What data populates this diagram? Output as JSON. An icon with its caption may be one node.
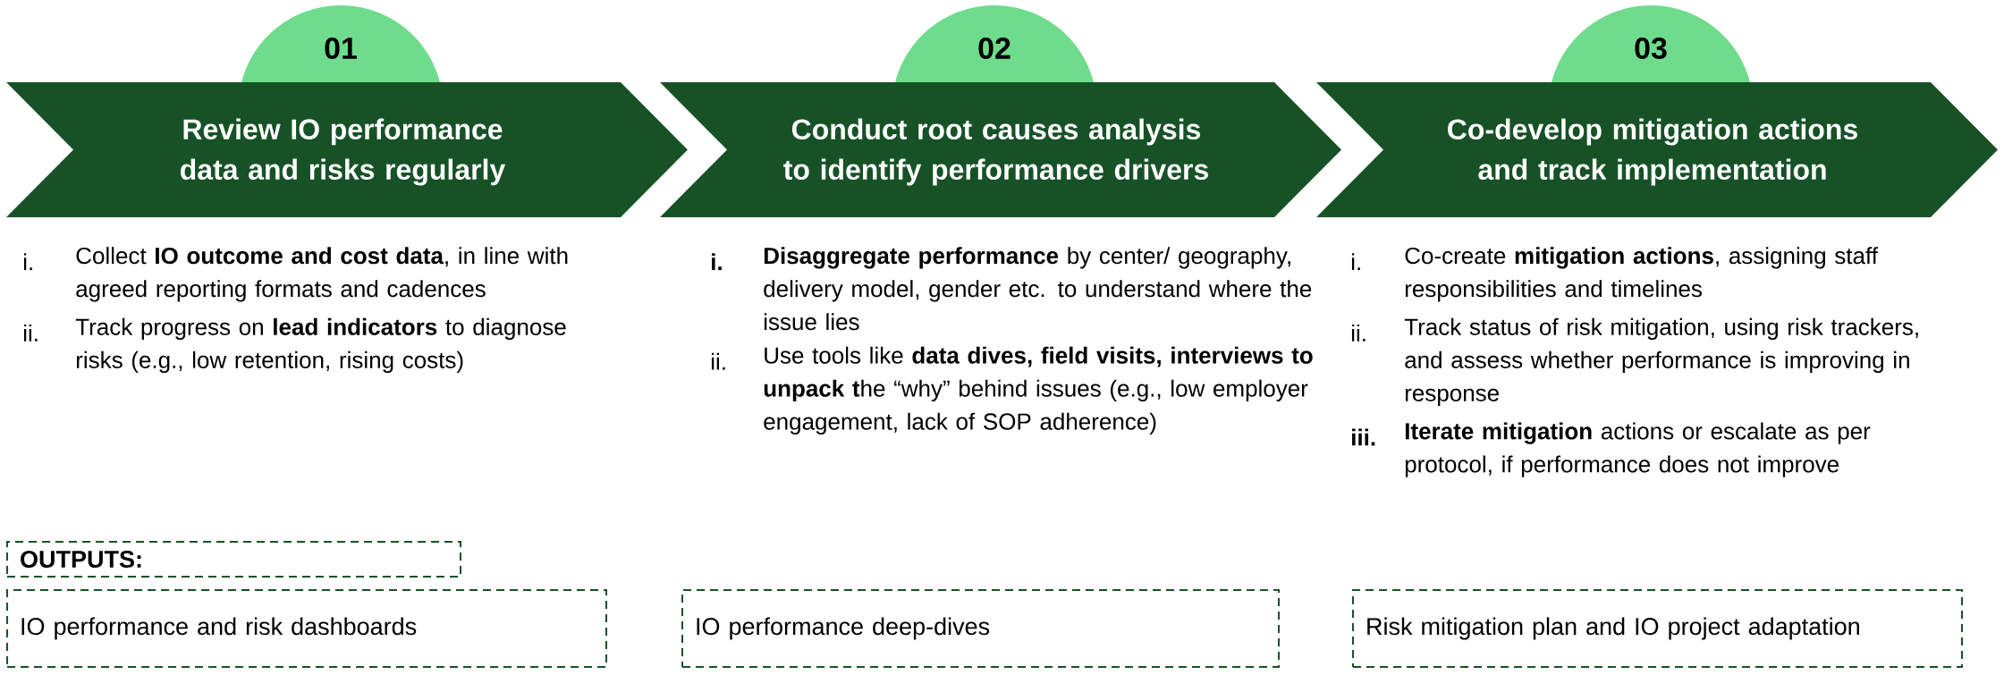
{
  "diagram": {
    "nodes": [
      {
        "text": [
          "01"
        ]
      },
      {
        "text": [
          "02"
        ]
      },
      {
        "text": [
          "03"
        ]
      },
      {
        "text": [
          "Review IO performance data and risks regularly"
        ]
      },
      {
        "text": [
          "Conduct root causes analysis to identify performance drivers"
        ]
      },
      {
        "text": [
          "Co-develop mitigation actions and track implementation"
        ]
      },
      {
        "text": [
          "OUTPUTS:"
        ]
      },
      {
        "text": [
          "IO performance and risk dashboards"
        ]
      },
      {
        "text": [
          "IO performance deep-dives"
        ]
      },
      {
        "text": [
          "Risk mitigation plan and IO project adaptation"
        ]
      }
    ],
    "labels": [
      "i.",
      "Collect **IO outcome and cost data**, in line with agreed reporting formats and cadences",
      "ii.",
      "Track progress on **lead indicators** to diagnose risks (e.g., low retention, rising costs)",
      "i.",
      "**Disaggregate performance** by center/ geography, delivery model, gender etc. to understand where the issue lies",
      "ii.",
      "Use tools like **data dives, field visits, interviews to unpack t**he “why” behind issues (e.g., low employer engagement, lack of SOP adherence)",
      "i.",
      "Co-create **mitigation actions**, assigning staff responsibilities and timelines",
      "ii.",
      "Track status of risk mitigation, using risk trackers, and assess whether performance is improving in response",
      "iii.",
      "**Iterate mitigation** actions or escalate as per protocol, if performance does not improve"
    ]
  }
}
